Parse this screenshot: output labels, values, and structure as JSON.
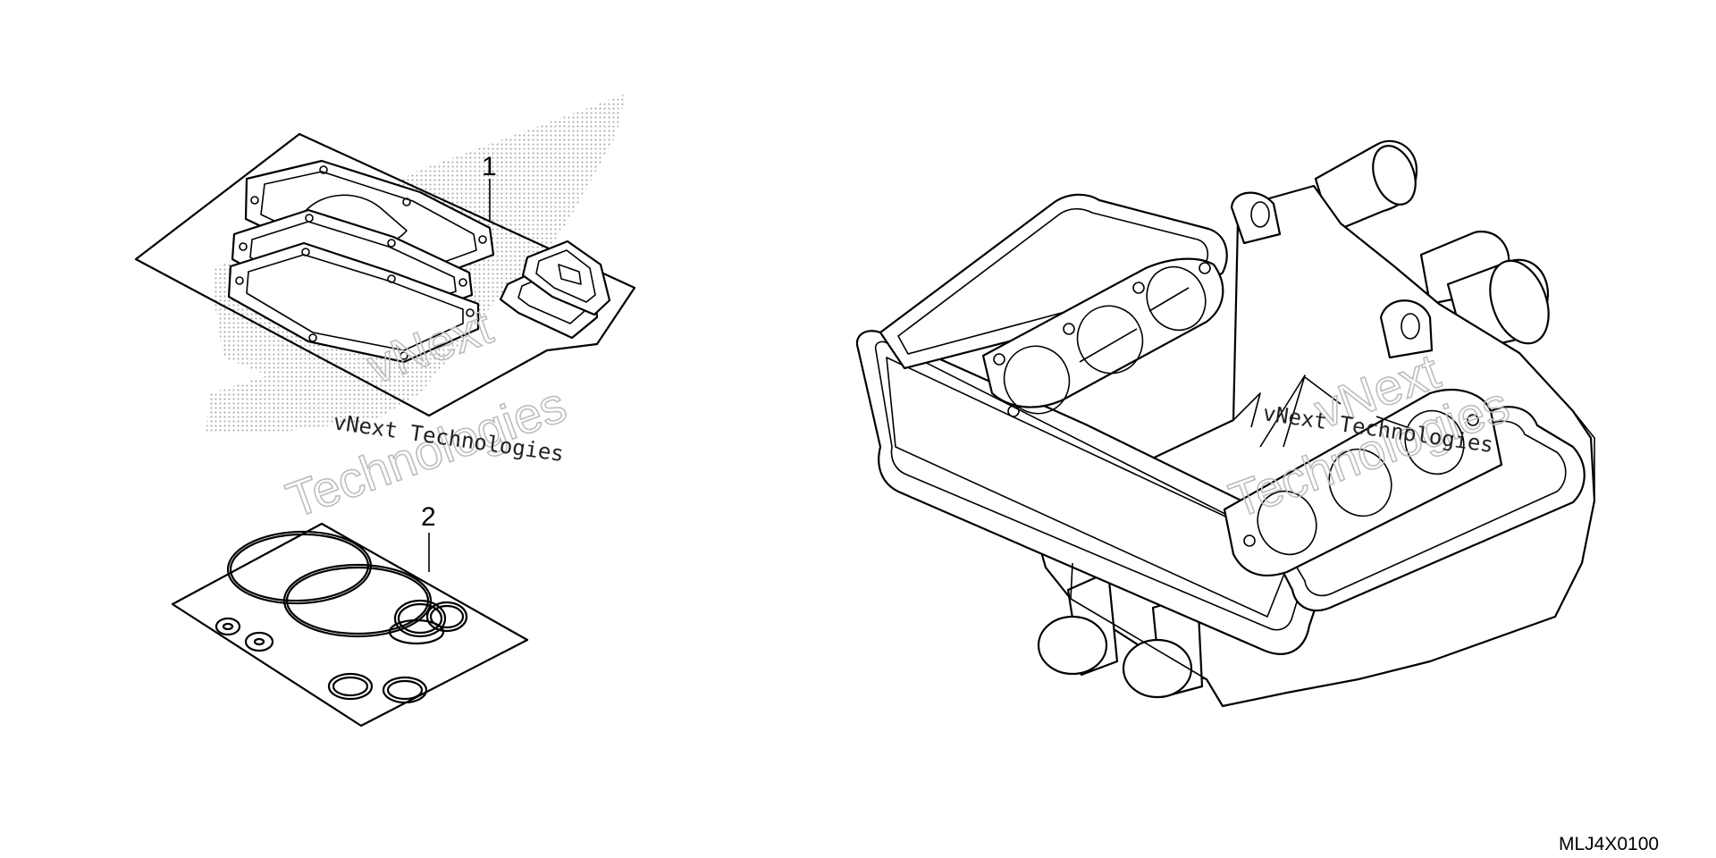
{
  "callouts": {
    "gasket_kit_a": "1",
    "gasket_kit_b": "2"
  },
  "figure_code": "MLJ4X0100",
  "watermark": {
    "brand_line": "vNext Technologies",
    "big_word_1": "vNext",
    "big_word_2": "Technologies"
  },
  "colors": {
    "line": "#000000",
    "background": "#ffffff",
    "watermark_outline": "#bdbdbd"
  }
}
